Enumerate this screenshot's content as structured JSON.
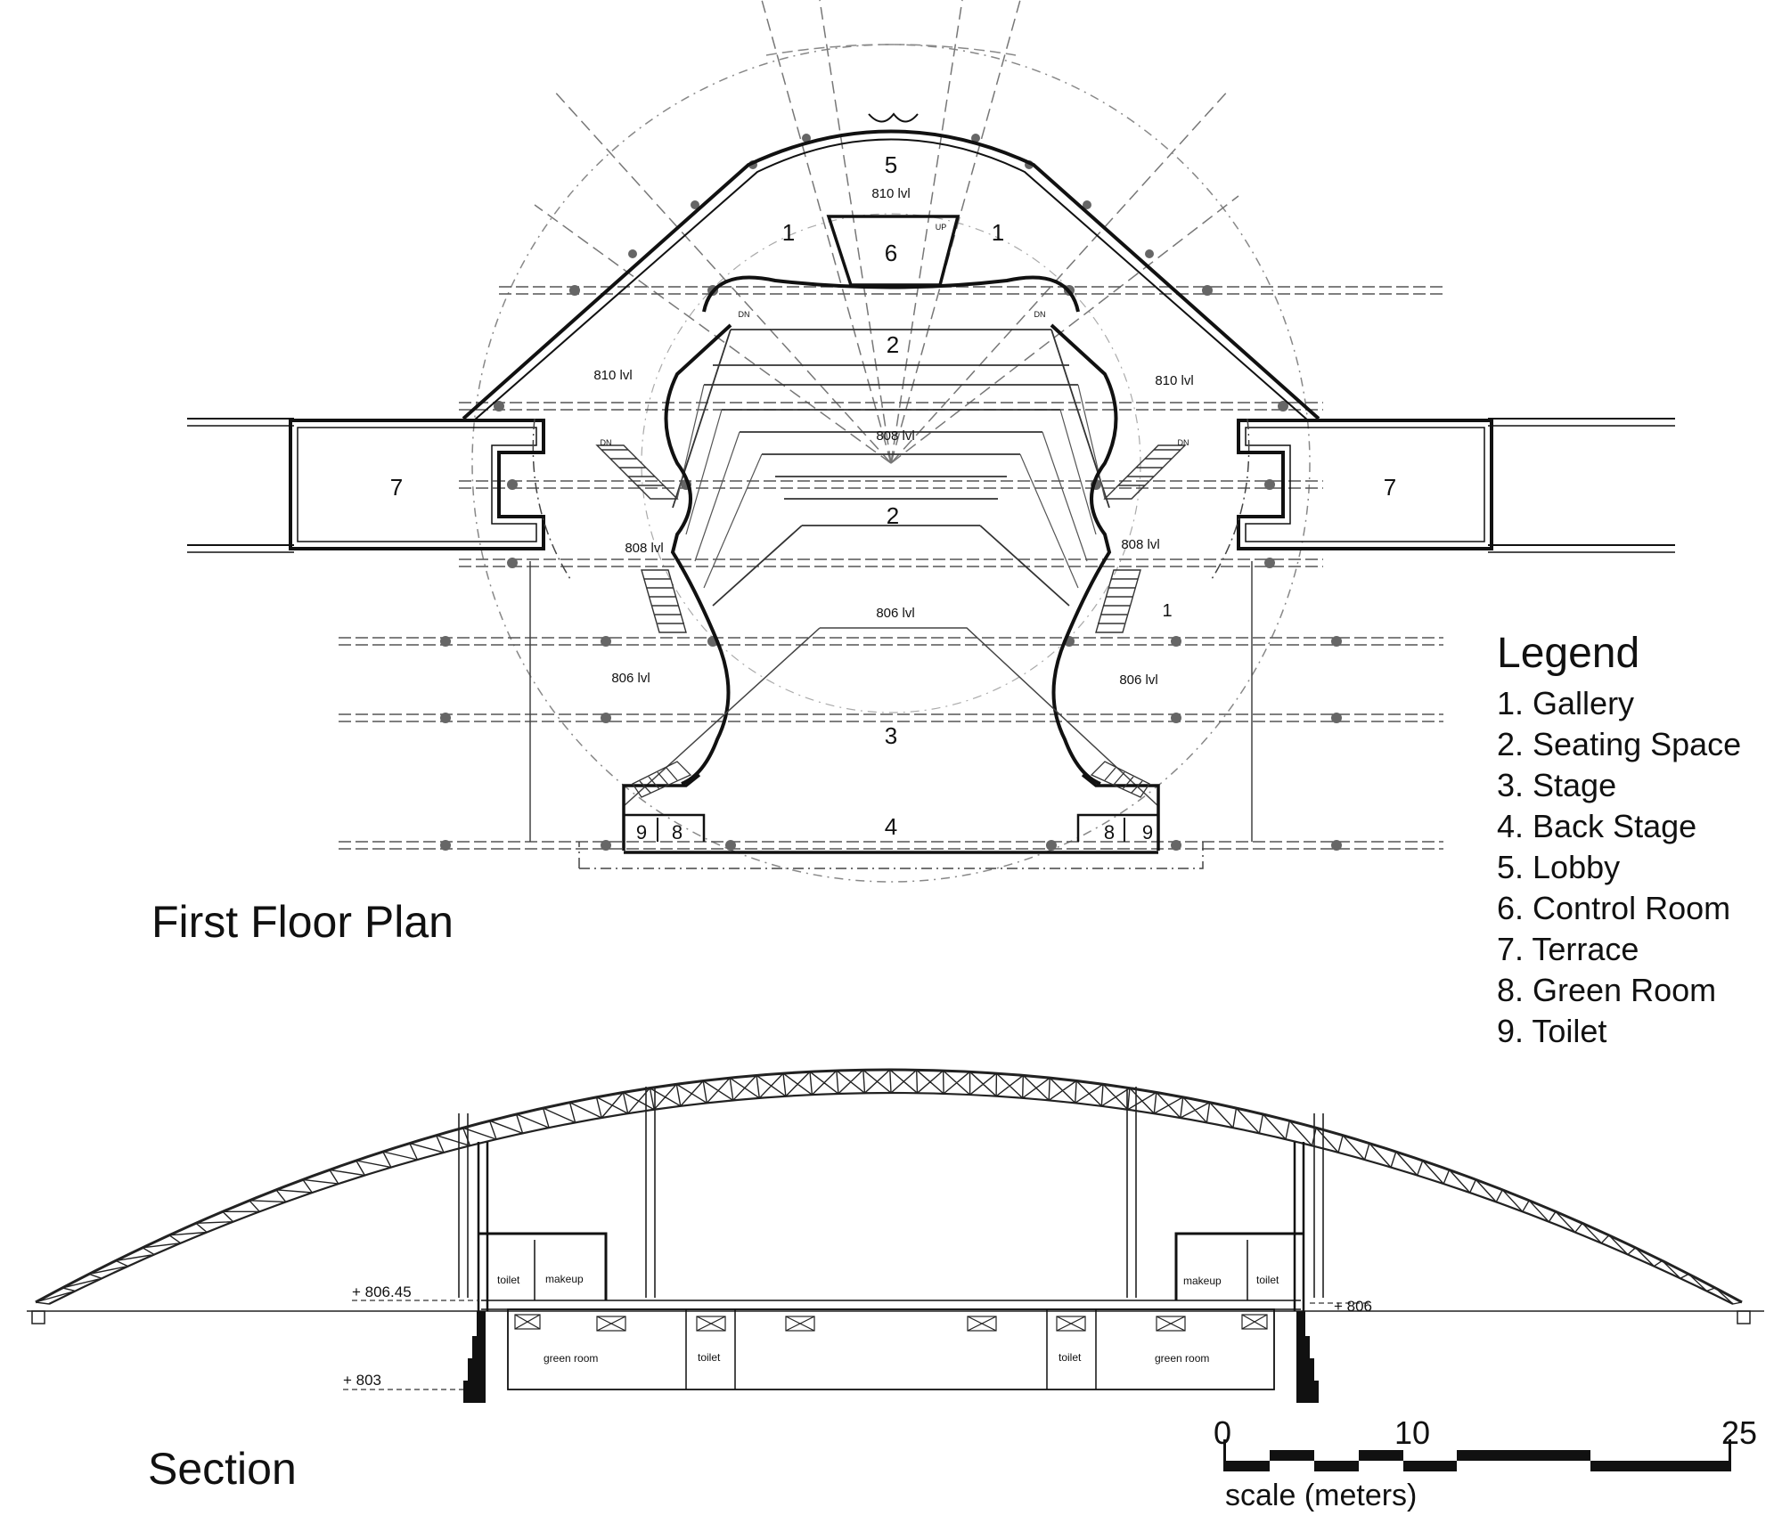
{
  "plan_title": "First Floor Plan",
  "section_title": "Section",
  "legend": {
    "heading": "Legend",
    "items": [
      "1. Gallery",
      "2. Seating Space",
      "3. Stage",
      "4. Back Stage",
      "5. Lobby",
      "6. Control Room",
      "7. Terrace",
      "8. Green Room",
      "9. Toilet"
    ]
  },
  "plan_labels": {
    "lobby": "5",
    "lobby_level": "810 lvl",
    "gallery_top_left": "1",
    "gallery_top_right": "1",
    "gallery_right": "1",
    "control_room": "6",
    "seating_upper": "2",
    "seating_lower": "2",
    "level_810_left": "810 lvl",
    "level_810_right": "810 lvl",
    "level_808_center": "808 lvl",
    "level_808_left": "808 lvl",
    "level_808_right": "808 lvl",
    "level_806_center": "806 lvl",
    "level_806_left": "806 lvl",
    "level_806_right": "806 lvl",
    "terrace_left": "7",
    "terrace_right": "7",
    "stage": "3",
    "back_stage": "4",
    "toilet_left": "9",
    "green_left": "8",
    "green_right": "8",
    "toilet_right": "9",
    "dn_1": "DN",
    "dn_2": "DN",
    "dn_3": "DN",
    "dn_4": "DN",
    "up": "UP"
  },
  "section_labels": {
    "level_left": "+ 806.45",
    "level_right": "+ 806",
    "level_low": "+ 803",
    "toilet_upper_left": "toilet",
    "makeup_left": "makeup",
    "makeup_right": "makeup",
    "toilet_upper_right": "toilet",
    "green_room_left": "green room",
    "toilet_lower_left": "toilet",
    "toilet_lower_right": "toilet",
    "green_room_right": "green room"
  },
  "scale": {
    "tick_0": "0",
    "tick_10": "10",
    "tick_25": "25",
    "caption": "scale (meters)"
  }
}
